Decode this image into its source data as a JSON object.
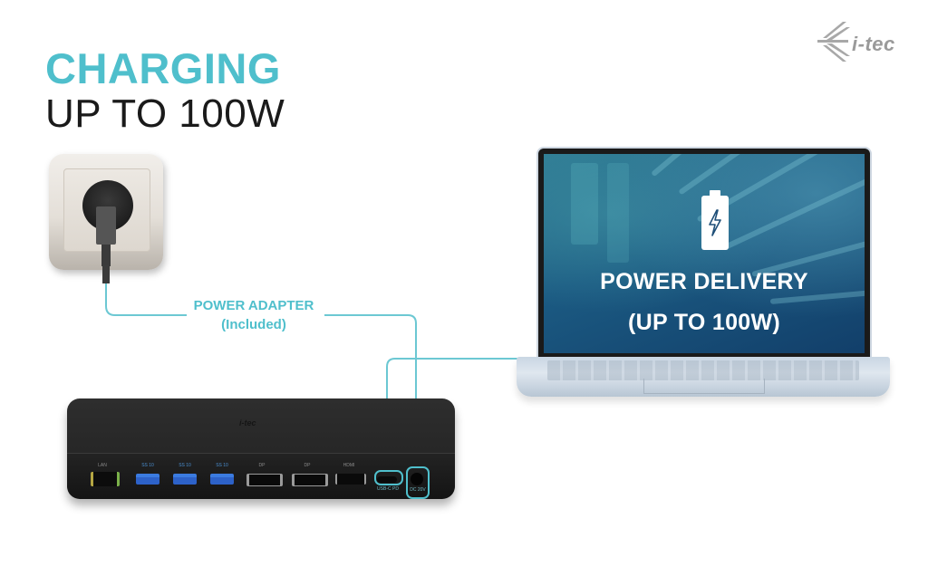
{
  "headline": {
    "title": "CHARGING",
    "subtitle": "UP TO 100W"
  },
  "brand": {
    "logo_text": "i-tec",
    "accent_color": "#4fbfcc"
  },
  "adapter_callout": {
    "line1": "POWER ADAPTER",
    "line2": "(Included)"
  },
  "laptop_screen": {
    "icon": "battery-charging-icon",
    "line1": "POWER DELIVERY",
    "line2": "(UP TO 100W)"
  },
  "dock": {
    "logo_text": "i-tec",
    "ports": [
      {
        "type": "lan",
        "label": "LAN"
      },
      {
        "type": "usb-a",
        "label": "SS 10"
      },
      {
        "type": "usb-a",
        "label": "SS 10"
      },
      {
        "type": "usb-a",
        "label": "SS 10"
      },
      {
        "type": "displayport",
        "label": "DP"
      },
      {
        "type": "displayport",
        "label": "DP"
      },
      {
        "type": "hdmi",
        "label": "HDMI"
      },
      {
        "type": "usb-c",
        "label": "USB-C PD",
        "highlighted": true
      },
      {
        "type": "dc-in",
        "label": "DC 20V",
        "highlighted": true
      }
    ]
  }
}
